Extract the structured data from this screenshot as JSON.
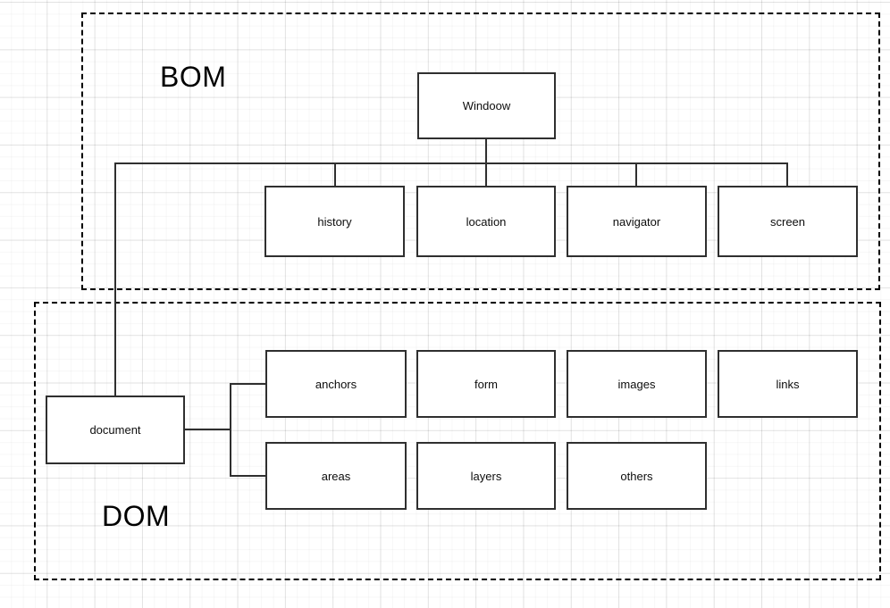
{
  "diagram": {
    "bom": {
      "label": "BOM",
      "nodes": {
        "window": "Windoow",
        "history": "history",
        "location": "location",
        "navigator": "navigator",
        "screen": "screen"
      }
    },
    "dom": {
      "label": "DOM",
      "nodes": {
        "document": "document",
        "anchors": "anchors",
        "form": "form",
        "images": "images",
        "links": "links",
        "areas": "areas",
        "layers": "layers",
        "others": "others"
      }
    },
    "colors": {
      "connector": "#2f2f2f",
      "box_border": "#2f2f2f",
      "box_fill": "#ffffff",
      "container_border": "#000000",
      "text": "#0d0d0d"
    }
  }
}
